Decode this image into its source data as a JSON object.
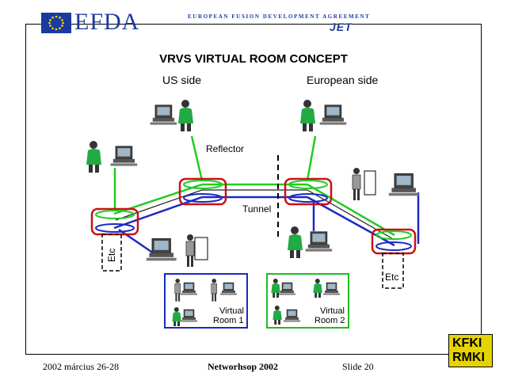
{
  "header": {
    "logo_text": "EFDA",
    "subtitle": "EUROPEAN  FUSION  DEVELOPMENT  AGREEMENT",
    "jet_logo": "JET",
    "flag_icon": "eu-flag-icon"
  },
  "slide": {
    "title": "VRVS VIRTUAL ROOM CONCEPT",
    "us_label": "US side",
    "eu_label": "European side"
  },
  "diagram": {
    "reflector_label": "Reflector",
    "tunnel_label": "Tunnel",
    "etc_left": "Etc",
    "etc_right": "Etc",
    "virtual_room_1": [
      "Virtual",
      "Room 1"
    ],
    "virtual_room_2": [
      "Virtual",
      "Room 2"
    ],
    "colors": {
      "ring_red": "#cc1111",
      "link_green": "#22cc22",
      "link_blue": "#1a2ac0",
      "box_blue": "#1a2ac0",
      "box_green": "#22bb22"
    }
  },
  "footer": {
    "date": "2002 március 26-28",
    "event": "Networhsop 2002",
    "slide_no": "Slide 20"
  },
  "rmki_logo": {
    "top": "KFKI",
    "bottom": "RMKI"
  }
}
